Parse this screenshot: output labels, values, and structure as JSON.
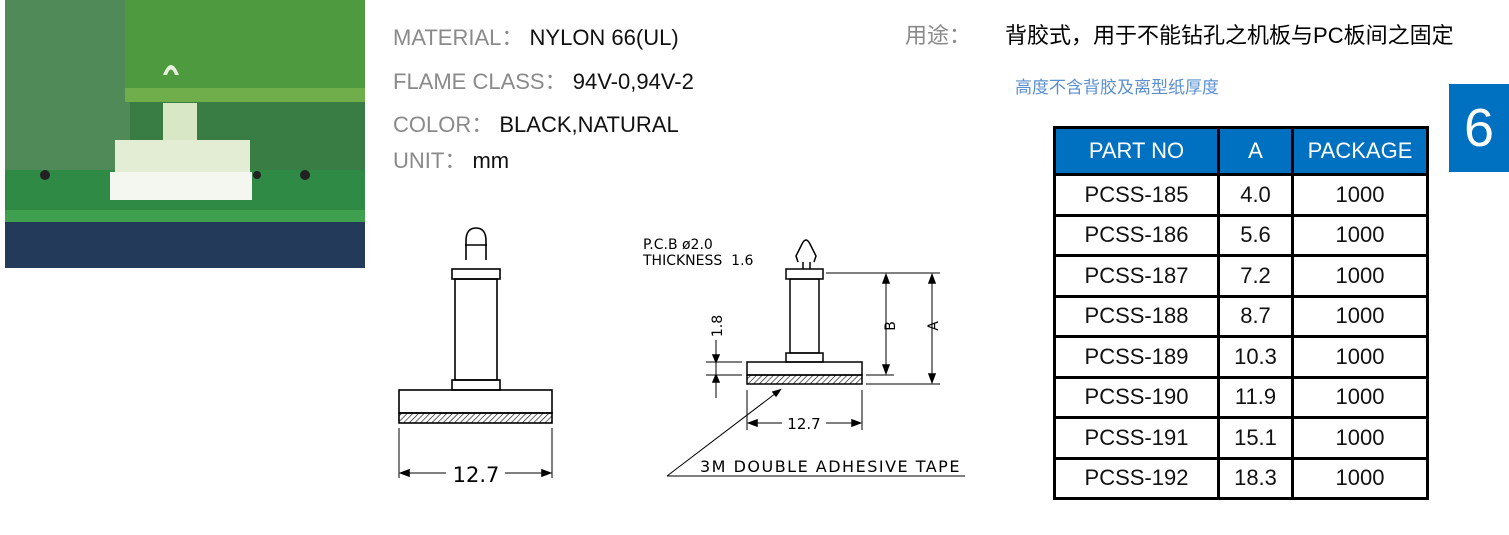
{
  "specs": {
    "material": {
      "label": "MATERIAL：",
      "value": "NYLON 66(UL)"
    },
    "flame": {
      "label": "FLAME CLASS：",
      "value": "94V-0,94V-2"
    },
    "color": {
      "label": "COLOR：",
      "value": "BLACK,NATURAL"
    },
    "unit": {
      "label": "UNIT：",
      "value": "mm"
    }
  },
  "usage": {
    "label": "用途：",
    "value": "背胶式，用于不能钻孔之机板与PC板间之固定"
  },
  "note": "高度不含背胶及离型纸厚度",
  "section_tab": "6",
  "drawing": {
    "left_width": "12.7",
    "pcb_hole": "P.C.B ø2.0",
    "pcb_thickness": "THICKNESS  1.6",
    "dim_b": "B",
    "dim_a": "A",
    "dim_base": "1.8",
    "right_width": "12.7",
    "tape_label": "3M DOUBLE ADHESIVE TAPE"
  },
  "table": {
    "headers": [
      "PART NO",
      "A",
      "PACKAGE"
    ],
    "rows": [
      [
        "PCSS-185",
        "4.0",
        "1000"
      ],
      [
        "PCSS-186",
        "5.6",
        "1000"
      ],
      [
        "PCSS-187",
        "7.2",
        "1000"
      ],
      [
        "PCSS-188",
        "8.7",
        "1000"
      ],
      [
        "PCSS-189",
        "10.3",
        "1000"
      ],
      [
        "PCSS-190",
        "11.9",
        "1000"
      ],
      [
        "PCSS-191",
        "15.1",
        "1000"
      ],
      [
        "PCSS-192",
        "18.3",
        "1000"
      ]
    ]
  },
  "colors": {
    "accent": "#0070c0",
    "note": "#5b8fd0"
  }
}
